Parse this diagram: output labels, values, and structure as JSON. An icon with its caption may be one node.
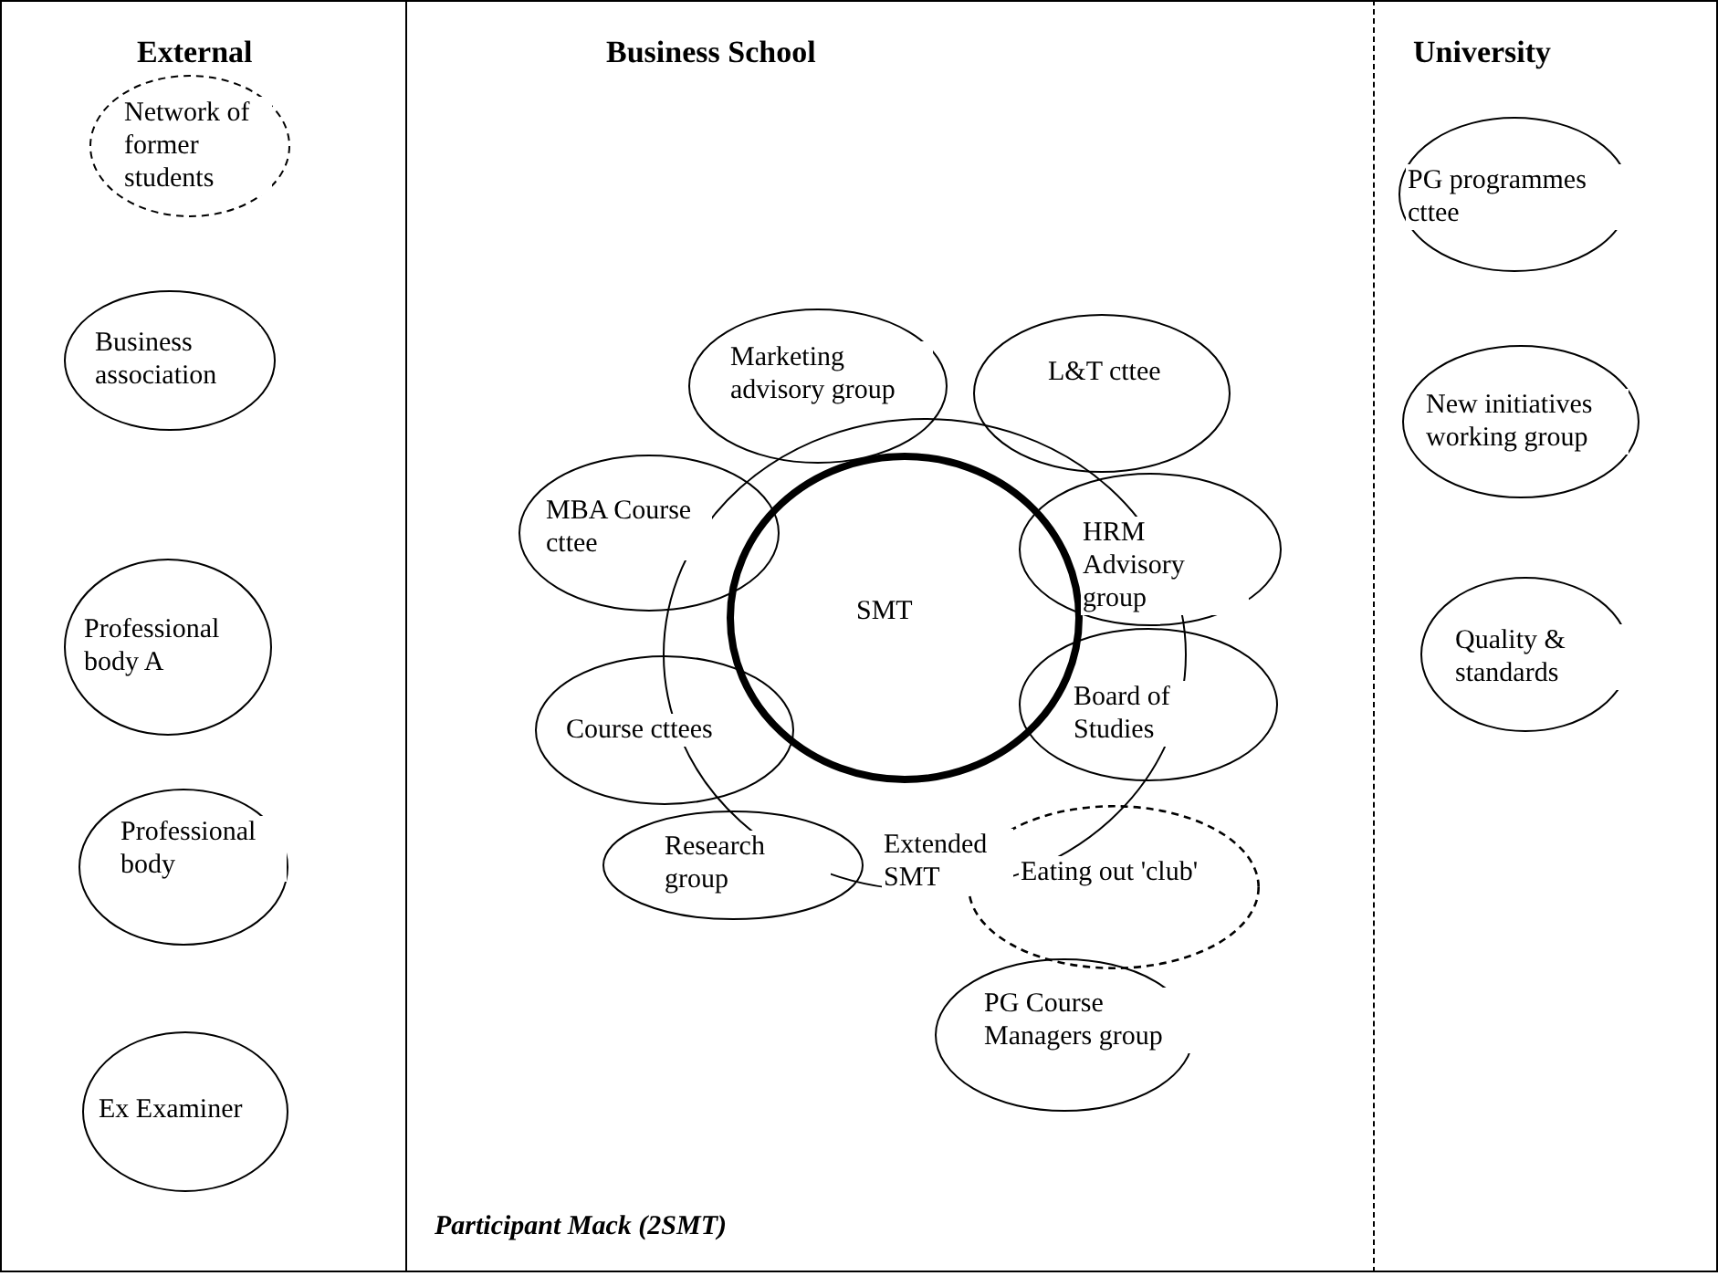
{
  "diagram": {
    "nodes": [
      {
        "text": [
          "External"
        ]
      },
      {
        "text": [
          "Network of former students"
        ],
        "in": 0
      },
      {
        "text": [
          "Business association"
        ],
        "in": 0
      },
      {
        "text": [
          "Professional body A"
        ],
        "in": 0
      },
      {
        "text": [
          "Professional body"
        ],
        "in": 0
      },
      {
        "text": [
          "Ex Examiner"
        ],
        "in": 0
      },
      {
        "text": [
          "Business School"
        ]
      },
      {
        "text": [
          "Marketing advisory group"
        ],
        "in": 6
      },
      {
        "text": [
          "L&T cttee"
        ],
        "in": 6
      },
      {
        "text": [
          "MBA Course cttee"
        ],
        "in": 6
      },
      {
        "text": [
          "Extended SMT"
        ],
        "in": 6
      },
      {
        "text": [
          "SMT"
        ],
        "in": 10
      },
      {
        "text": [
          "HRM Advisory group"
        ],
        "in": 6
      },
      {
        "text": [
          "Course cttees"
        ],
        "in": 6
      },
      {
        "text": [
          "Board of Studies"
        ],
        "in": 6
      },
      {
        "text": [
          "Research group"
        ],
        "in": 6
      },
      {
        "text": [
          "Eating out 'club'"
        ],
        "in": 6
      },
      {
        "text": [
          "PG Course Managers group"
        ],
        "in": 6
      },
      {
        "text": [
          "University"
        ]
      },
      {
        "text": [
          "PG programmes cttee"
        ],
        "in": 18
      },
      {
        "text": [
          "New initiatives working group"
        ],
        "in": 18
      },
      {
        "text": [
          "Quality & standards"
        ],
        "in": 18
      }
    ],
    "edges": [],
    "labels": [
      "Participant Mack (2SMT)"
    ]
  }
}
